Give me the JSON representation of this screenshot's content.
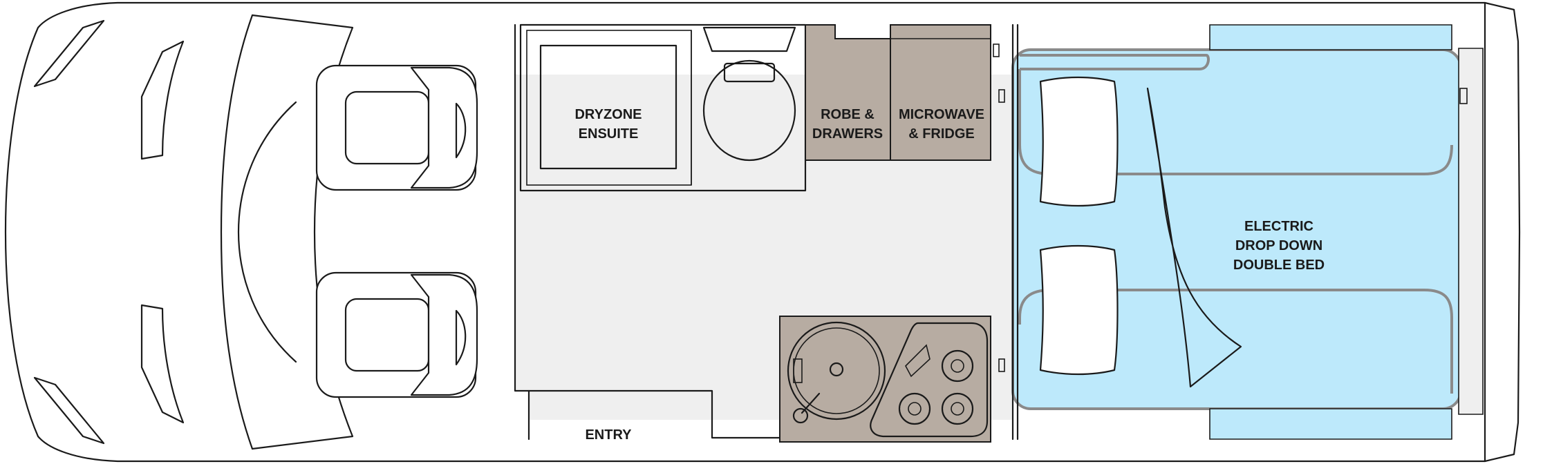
{
  "floorplan": {
    "labels": {
      "ensuite": [
        "DRYZONE",
        "ENSUITE"
      ],
      "robe": [
        "ROBE &",
        "DRAWERS"
      ],
      "microwave": [
        "MICROWAVE",
        "& FRIDGE"
      ],
      "bed": [
        "ELECTRIC",
        "DROP DOWN",
        "DOUBLE BED"
      ],
      "entry": "ENTRY"
    },
    "colors": {
      "floor": "#efefef",
      "cabinetry": "#b7aca2",
      "bed": "#bde9fb",
      "outline": "#1a1a1a"
    }
  }
}
